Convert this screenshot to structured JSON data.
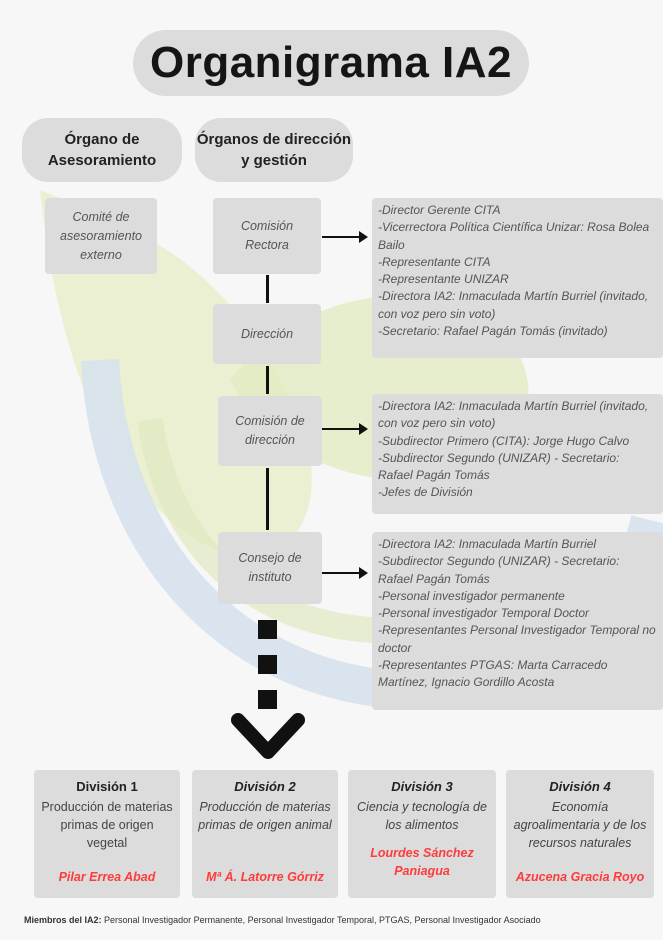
{
  "title": "Organigrama IA2",
  "columns": {
    "left": "Órgano de Asesoramiento",
    "right": "Órganos de dirección y gestión"
  },
  "advisory": "Comité de asesoramiento externo",
  "nodes": {
    "rectora": "Comisión Rectora",
    "direccion": "Dirección",
    "comision_direccion": "Comisión de dirección",
    "consejo": "Consejo de instituto"
  },
  "rectora_members": [
    "-Director Gerente CITA",
    "-Vicerrectora Política Científica Unizar: Rosa Bolea Bailo",
    "-Representante CITA",
    "-Representante UNIZAR",
    "-Directora IA2: Inmaculada Martín Burriel (invitado, con voz pero sin voto)",
    "-Secretario: Rafael Pagán Tomás (invitado)"
  ],
  "comision_members": [
    "-Directora IA2: Inmaculada Martín Burriel (invitado, con voz pero sin voto)",
    "-Subdirector Primero (CITA): Jorge Hugo Calvo",
    "-Subdirector Segundo (UNIZAR) - Secretario: Rafael Pagán Tomás",
    "-Jefes de División"
  ],
  "consejo_members": [
    "-Directora IA2: Inmaculada Martín Burriel",
    "-Subdirector Segundo (UNIZAR) - Secretario: Rafael Pagán Tomás",
    "-Personal investigador permanente",
    "-Personal investigador Temporal Doctor",
    "-Representantes Personal Investigador Temporal no doctor",
    "-Representantes PTGAS: Marta Carracedo Martínez, Ignacio Gordillo Acosta"
  ],
  "divisions": [
    {
      "name": "División 1",
      "subject": "Producción de materias primas de origen vegetal",
      "lead": "Pilar Errea Abad"
    },
    {
      "name": "División 2",
      "subject": "Producción de materias primas de origen animal",
      "lead": "Mª Á. Latorre Górriz"
    },
    {
      "name": "División 3",
      "subject": "Ciencia y tecnología de los alimentos",
      "lead": "Lourdes Sánchez Paniagua"
    },
    {
      "name": "División 4",
      "subject": "Economía agroalimentaria y de los recursos naturales",
      "lead": "Azucena Gracia Royo"
    }
  ],
  "footer": {
    "label": "Miembros del IA2:",
    "text": "Personal Investigador Permanente, Personal Investigador Temporal, PTGAS, Personal Investigador Asociado"
  },
  "colors": {
    "box": "#dcdcdc",
    "accent_red": "#ff3b3b",
    "watermark_green": "#dfe9b8",
    "watermark_blue": "#cfdbe8"
  }
}
